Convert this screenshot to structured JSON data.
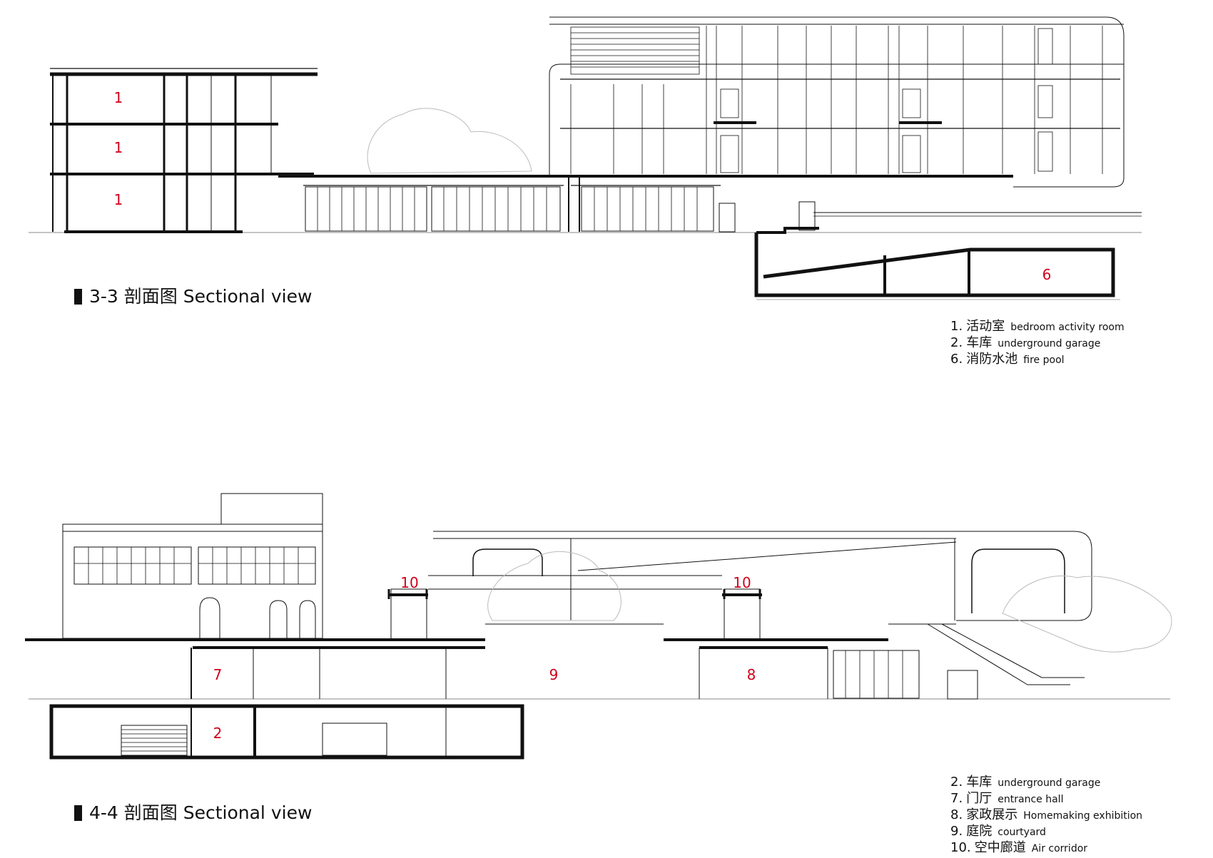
{
  "section_33": {
    "title": "3-3 剖面图 Sectional view",
    "room_labels": [
      "1",
      "1",
      "1",
      "6"
    ],
    "legend": [
      {
        "num": "1.",
        "zh": "活动室",
        "en": "bedroom activity room"
      },
      {
        "num": "2.",
        "zh": "车库",
        "en": "underground garage"
      },
      {
        "num": "6.",
        "zh": "消防水池",
        "en": "fire pool"
      }
    ]
  },
  "section_44": {
    "title": "4-4 剖面图 Sectional view",
    "room_labels": [
      "10",
      "10",
      "7",
      "9",
      "8",
      "2"
    ],
    "legend": [
      {
        "num": "2.",
        "zh": "车库",
        "en": "underground garage"
      },
      {
        "num": "7.",
        "zh": "门厅",
        "en": "entrance hall"
      },
      {
        "num": "8.",
        "zh": "家政展示",
        "en": "Homemaking exhibition"
      },
      {
        "num": "9.",
        "zh": "庭院",
        "en": "courtyard"
      },
      {
        "num": "10.",
        "zh": "空中廊道",
        "en": "Air corridor"
      }
    ]
  },
  "colors": {
    "line": "#111111",
    "thin": "#555555",
    "label": "#d0021b",
    "tree": "#bbbbbb"
  }
}
